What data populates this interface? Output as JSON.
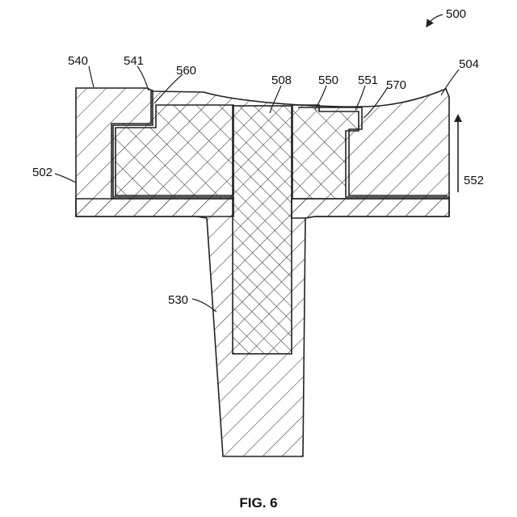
{
  "figure": {
    "caption": "FIG. 6",
    "labels": {
      "assembly": "500",
      "base": "502",
      "surface": "504",
      "core": "508",
      "stem": "530",
      "flange": "540",
      "step_left": "541",
      "cap": "550",
      "step_right": "551",
      "direction": "552",
      "gap_left": "560",
      "gap_right": "570"
    }
  }
}
